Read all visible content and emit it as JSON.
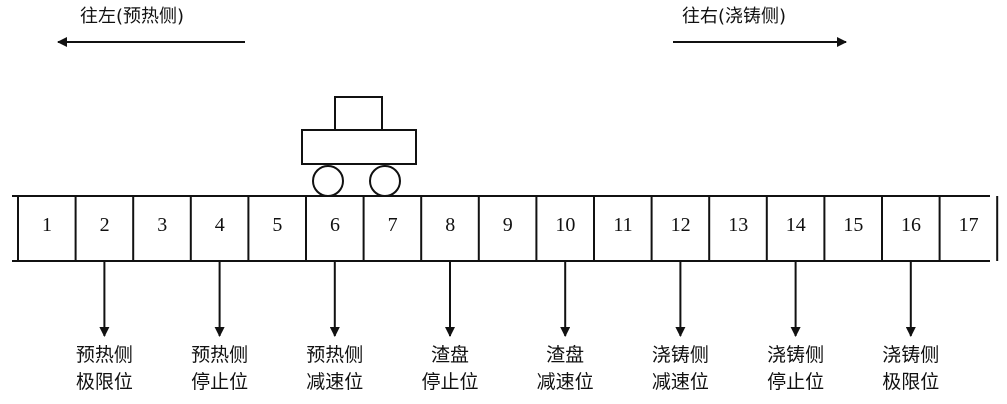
{
  "directions": {
    "left": "往左(预热侧)",
    "right": "往右(浇铸侧)"
  },
  "cells": [
    "1",
    "2",
    "3",
    "4",
    "5",
    "6",
    "7",
    "8",
    "9",
    "10",
    "11",
    "12",
    "13",
    "14",
    "15",
    "16",
    "17"
  ],
  "sensors": [
    {
      "cell": 2,
      "line1": "预热侧",
      "line2": "极限位"
    },
    {
      "cell": 4,
      "line1": "预热侧",
      "line2": "停止位"
    },
    {
      "cell": 6,
      "line1": "预热侧",
      "line2": "减速位"
    },
    {
      "cell": 8,
      "line1": "渣盘",
      "line2": "停止位"
    },
    {
      "cell": 10,
      "line1": "渣盘",
      "line2": "减速位"
    },
    {
      "cell": 12,
      "line1": "浇铸侧",
      "line2": "减速位"
    },
    {
      "cell": 14,
      "line1": "浇铸侧",
      "line2": "停止位"
    },
    {
      "cell": 16,
      "line1": "浇铸侧",
      "line2": "极限位"
    }
  ]
}
